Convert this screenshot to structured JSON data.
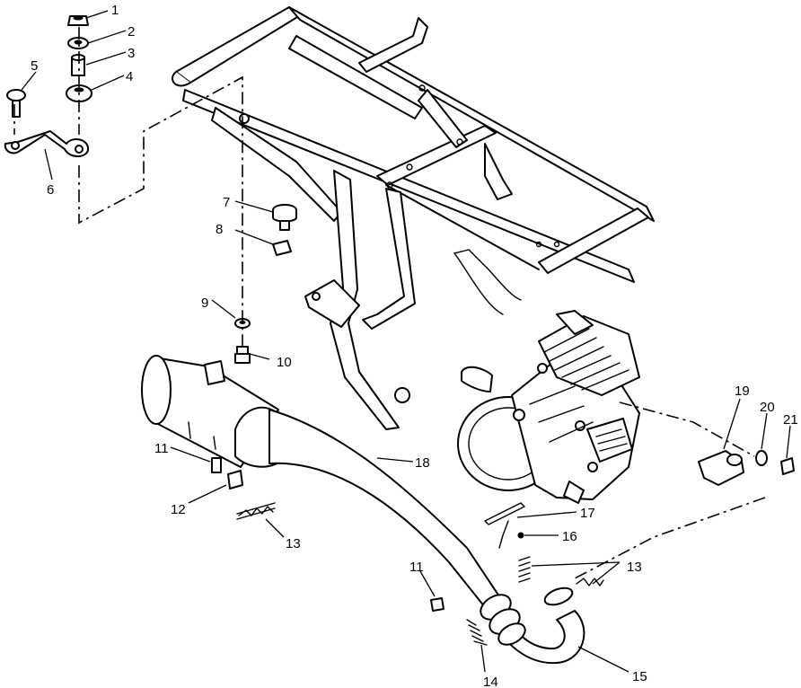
{
  "callouts": [
    {
      "id": "c1",
      "text": "1"
    },
    {
      "id": "c2",
      "text": "2"
    },
    {
      "id": "c3",
      "text": "3"
    },
    {
      "id": "c4",
      "text": "4"
    },
    {
      "id": "c5",
      "text": "5"
    },
    {
      "id": "c6",
      "text": "6"
    },
    {
      "id": "c7",
      "text": "7"
    },
    {
      "id": "c8",
      "text": "8"
    },
    {
      "id": "c9",
      "text": "9"
    },
    {
      "id": "c10",
      "text": "10"
    },
    {
      "id": "c11a",
      "text": "11"
    },
    {
      "id": "c11b",
      "text": "11"
    },
    {
      "id": "c12",
      "text": "12"
    },
    {
      "id": "c13a",
      "text": "13"
    },
    {
      "id": "c13b",
      "text": "13"
    },
    {
      "id": "c14",
      "text": "14"
    },
    {
      "id": "c15",
      "text": "15"
    },
    {
      "id": "c16",
      "text": "16"
    },
    {
      "id": "c17",
      "text": "17"
    },
    {
      "id": "c18",
      "text": "18"
    },
    {
      "id": "c19",
      "text": "19"
    },
    {
      "id": "c20",
      "text": "20"
    },
    {
      "id": "c21",
      "text": "21"
    }
  ]
}
